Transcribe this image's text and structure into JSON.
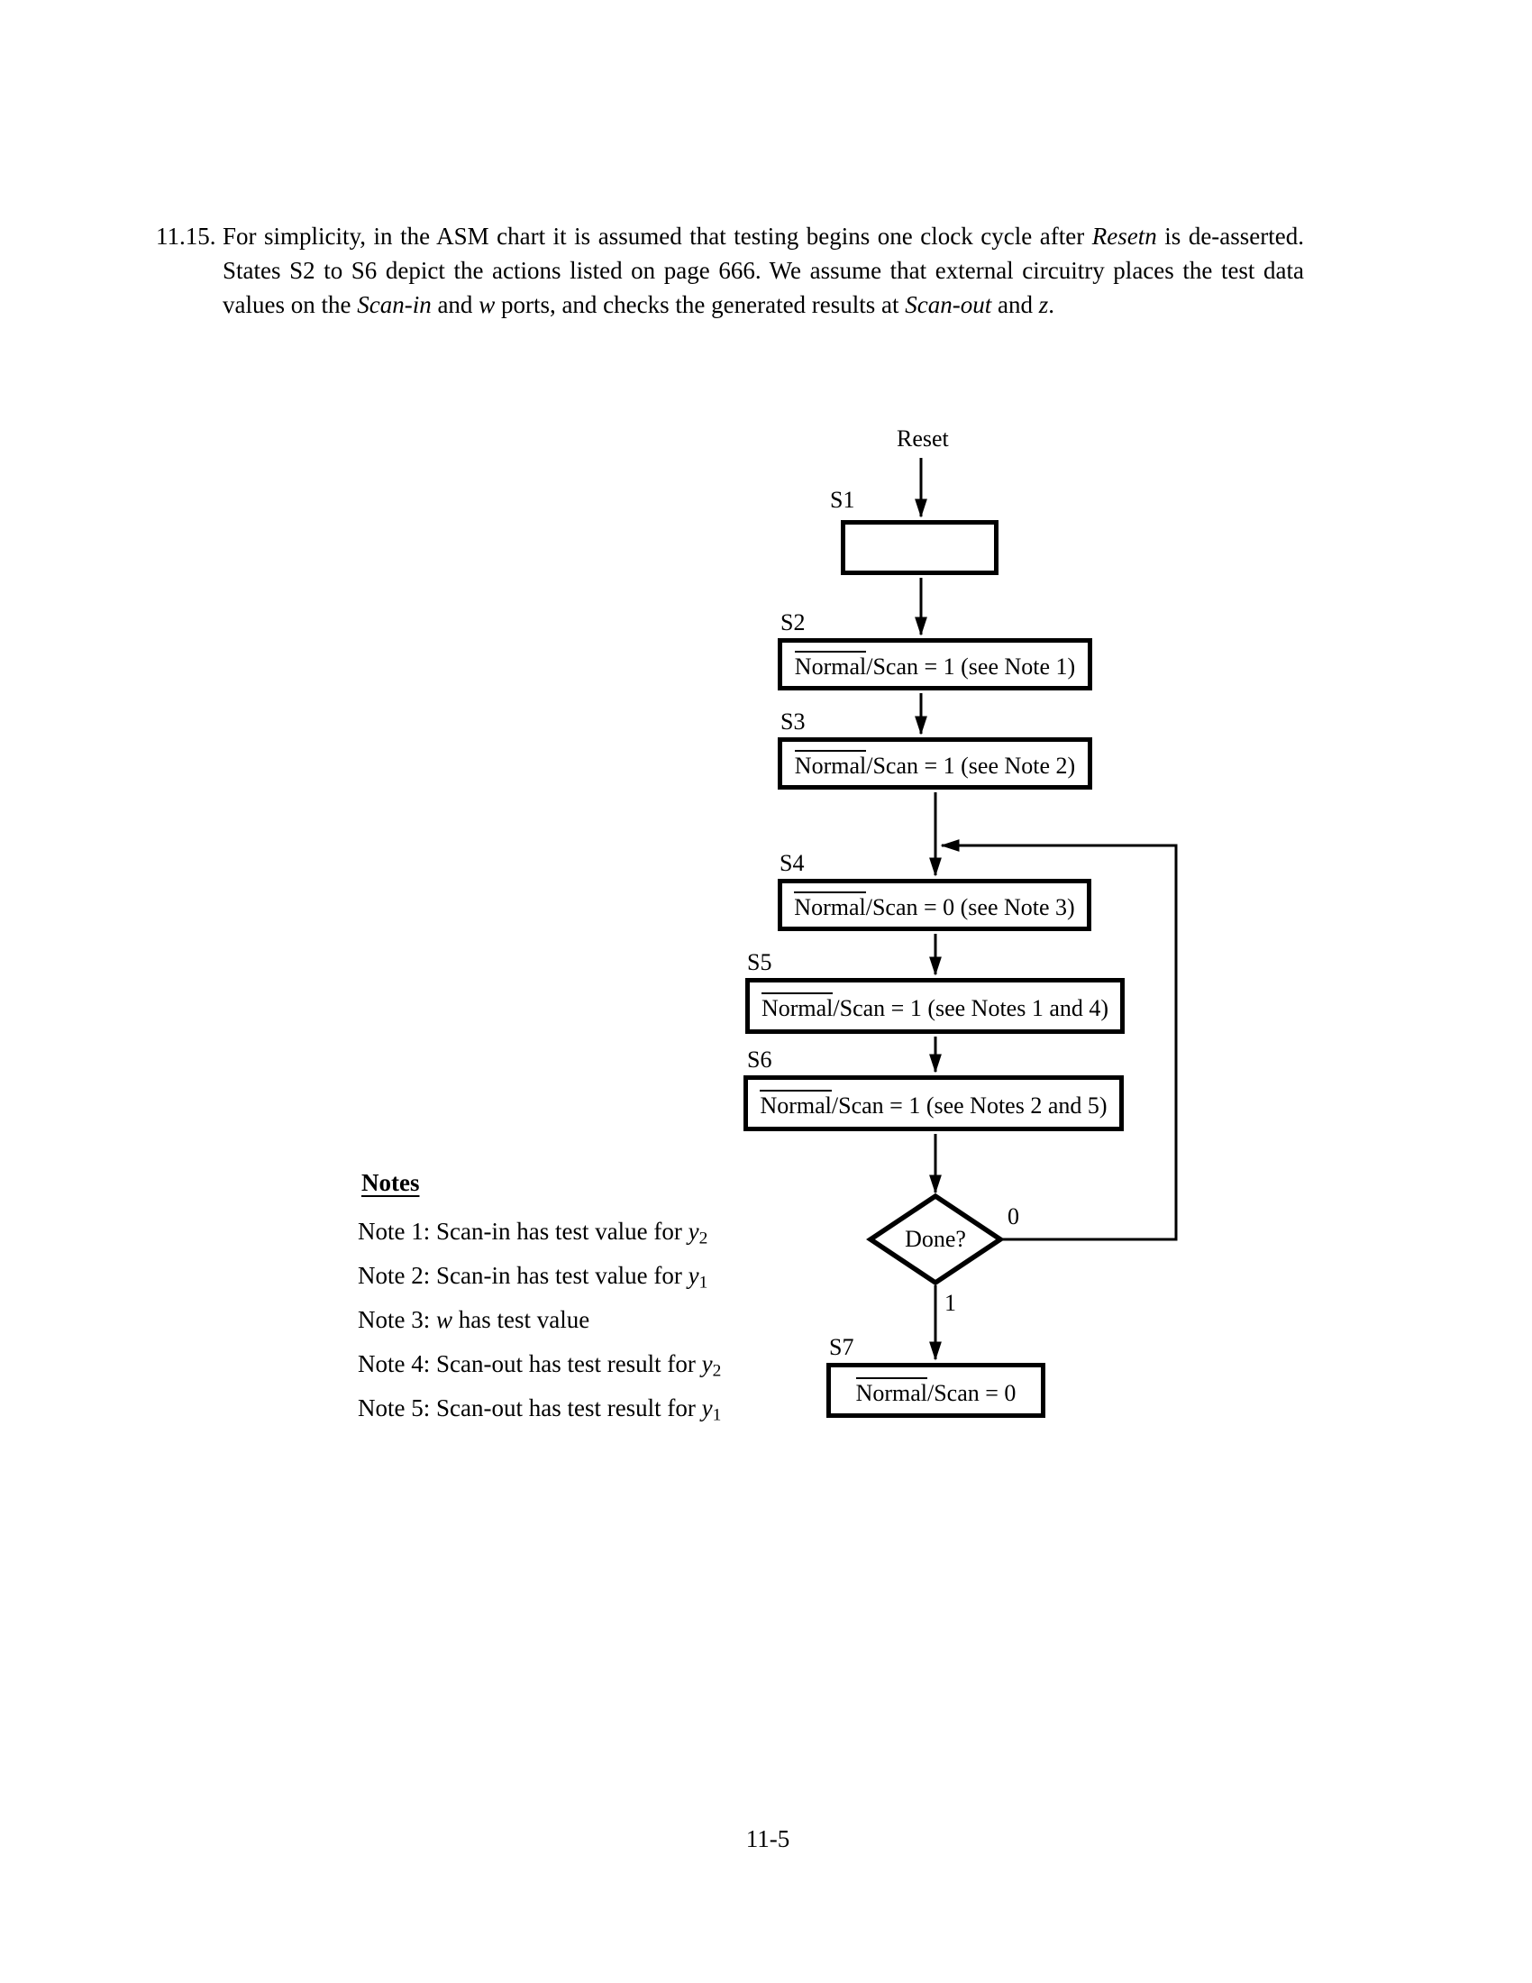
{
  "document": {
    "problem_number": "11.15.",
    "paragraph_lines": [
      [
        {
          "t": "For simplicity, in the ASM chart it is assumed that testing begins one clock cycle after "
        },
        {
          "t": "Resetn",
          "i": true
        },
        {
          "t": " is de-asserted."
        }
      ],
      [
        {
          "t": "States S2 to S6 depict the actions listed on page 666. We assume that external circuitry places the test data"
        }
      ],
      [
        {
          "t": "values on the "
        },
        {
          "t": "Scan-in",
          "i": true
        },
        {
          "t": " and "
        },
        {
          "t": "w",
          "i": true
        },
        {
          "t": " ports, and checks the generated results at "
        },
        {
          "t": "Scan-out",
          "i": true
        },
        {
          "t": " and "
        },
        {
          "t": "z",
          "i": true
        },
        {
          "t": "."
        }
      ]
    ],
    "page_number": "11-5"
  },
  "chart": {
    "reset_label": "Reset",
    "states": [
      {
        "label": "S1",
        "action_runs": []
      },
      {
        "label": "S2",
        "action_runs": [
          {
            "t": "Normal",
            "ov": true
          },
          {
            "t": "/Scan = 1 (see Note 1)"
          }
        ]
      },
      {
        "label": "S3",
        "action_runs": [
          {
            "t": "Normal",
            "ov": true
          },
          {
            "t": "/Scan = 1 (see Note 2)"
          }
        ]
      },
      {
        "label": "S4",
        "action_runs": [
          {
            "t": "Normal",
            "ov": true
          },
          {
            "t": "/Scan = 0 (see Note 3)"
          }
        ]
      },
      {
        "label": "S5",
        "action_runs": [
          {
            "t": "Normal",
            "ov": true
          },
          {
            "t": "/Scan = 1 (see Notes 1 and 4)"
          }
        ]
      },
      {
        "label": "S6",
        "action_runs": [
          {
            "t": "Normal",
            "ov": true
          },
          {
            "t": "/Scan = 1 (see Notes 2 and 5)"
          }
        ]
      },
      {
        "label": "S7",
        "action_runs": [
          {
            "t": "Normal",
            "ov": true
          },
          {
            "t": "/Scan = 0"
          }
        ]
      }
    ],
    "decision": {
      "question": "Done?",
      "false_branch": "0",
      "true_branch": "1"
    }
  },
  "notes": {
    "heading": "Notes",
    "items": [
      [
        {
          "t": "Note 1: Scan-in has test value for "
        },
        {
          "t": "y",
          "i": true
        },
        {
          "t": "2",
          "sub": true
        }
      ],
      [
        {
          "t": "Note 2: Scan-in has test value for "
        },
        {
          "t": "y",
          "i": true
        },
        {
          "t": "1",
          "sub": true
        }
      ],
      [
        {
          "t": "Note 3: "
        },
        {
          "t": "w",
          "i": true
        },
        {
          "t": " has test value"
        }
      ],
      [
        {
          "t": "Note 4: Scan-out has test result for "
        },
        {
          "t": "y",
          "i": true
        },
        {
          "t": "2",
          "sub": true
        }
      ],
      [
        {
          "t": "Note 5: Scan-out has test result for "
        },
        {
          "t": "y",
          "i": true
        },
        {
          "t": "1",
          "sub": true
        }
      ]
    ]
  }
}
